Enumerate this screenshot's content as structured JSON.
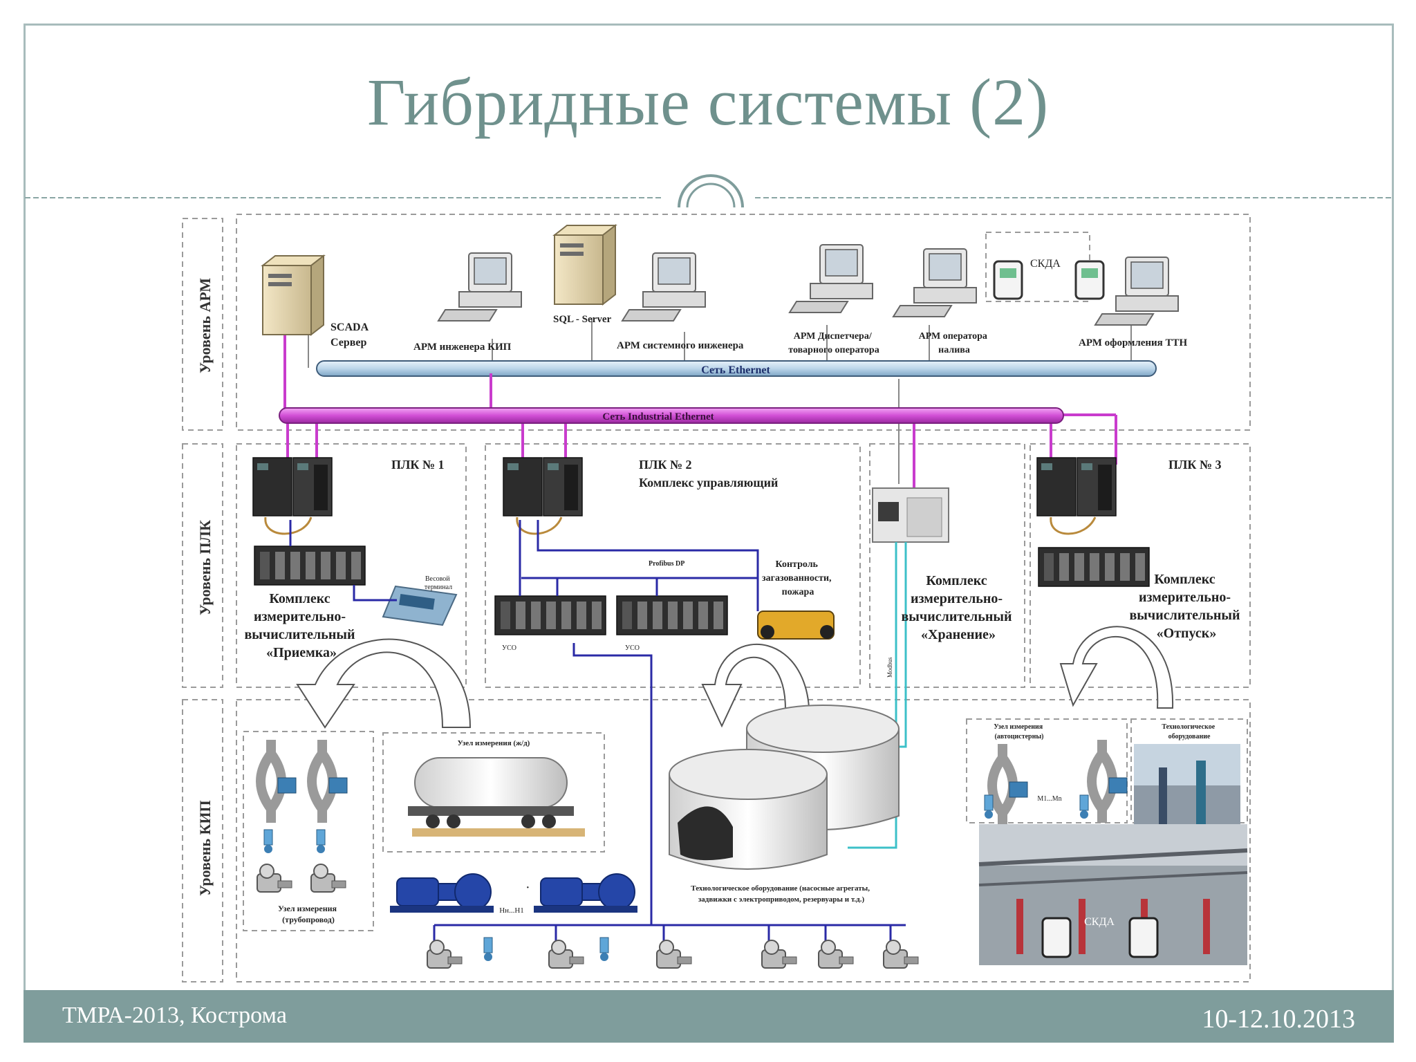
{
  "slide": {
    "title": "Гибридные системы (2)",
    "footer_left": "ТМРА-2013, Кострома",
    "footer_right": "10-12.10.2013"
  },
  "diagram": {
    "levels": {
      "arm": "Уровень АРМ",
      "plc": "Уровень ПЛК",
      "kip": "Уровень КИП"
    },
    "networks": {
      "ethernet": "Сеть Ethernet",
      "industrial": "Сеть Industrial Ethernet"
    },
    "workstations": {
      "scada": [
        "SCADA",
        "Сервер"
      ],
      "sql": "SQL - Server",
      "kip_engineer": "АРМ инженера КИП",
      "sys_engineer": "АРМ системного инженера",
      "dispatcher": [
        "АРМ Диспетчера/",
        "товарного оператора"
      ],
      "filling": [
        "АРМ оператора",
        "налива"
      ],
      "ttn": "АРМ оформления ТТН",
      "skda": "СКДА"
    },
    "plc": {
      "plc1": "ПЛК № 1",
      "plc2": [
        "ПЛК № 2",
        "Комплекс управляющий"
      ],
      "plc3": "ПЛК № 3",
      "profibus": "Profibus DP",
      "weigh": [
        "Весовой",
        "терминал"
      ],
      "uso1": "УСО",
      "uso2": "УСО",
      "gas": [
        "Контроль",
        "загазованности,",
        "пожара"
      ],
      "modbus": "Modbus",
      "complex_receive": [
        "Комплекс",
        "измерительно-",
        "вычислительный",
        "«Приемка»"
      ],
      "complex_storage": [
        "Комплекс",
        "измерительно-",
        "вычислительный",
        "«Хранение»"
      ],
      "complex_release": [
        "Комплекс",
        "измерительно-",
        "вычислительный",
        "«Отпуск»"
      ]
    },
    "kip": {
      "node_pipeline": [
        "Узел измерения",
        "(трубопровод)"
      ],
      "node_rail": "Узел измерения (ж/д)",
      "pumps_range": "Нн...Н1",
      "tech_equipment": [
        "Технологическое оборудование (насосные агрегаты,",
        "задвижки с электроприводом, резервуары и т.д.)"
      ],
      "node_auto": [
        "Узел измерения",
        "(автоцистерны)"
      ],
      "tech_equipment2": [
        "Технологическое",
        "оборудование"
      ],
      "m_range": "М1...Мn",
      "skda_photo": "СКДА"
    }
  },
  "colors": {
    "title": "#6f918d",
    "footer": "#7f9d9c",
    "ethernet": "#bcd6ea",
    "industrial": "#d24fd6",
    "wire_blue": "#2a2aa6",
    "wire_cyan": "#3cc0c8"
  }
}
